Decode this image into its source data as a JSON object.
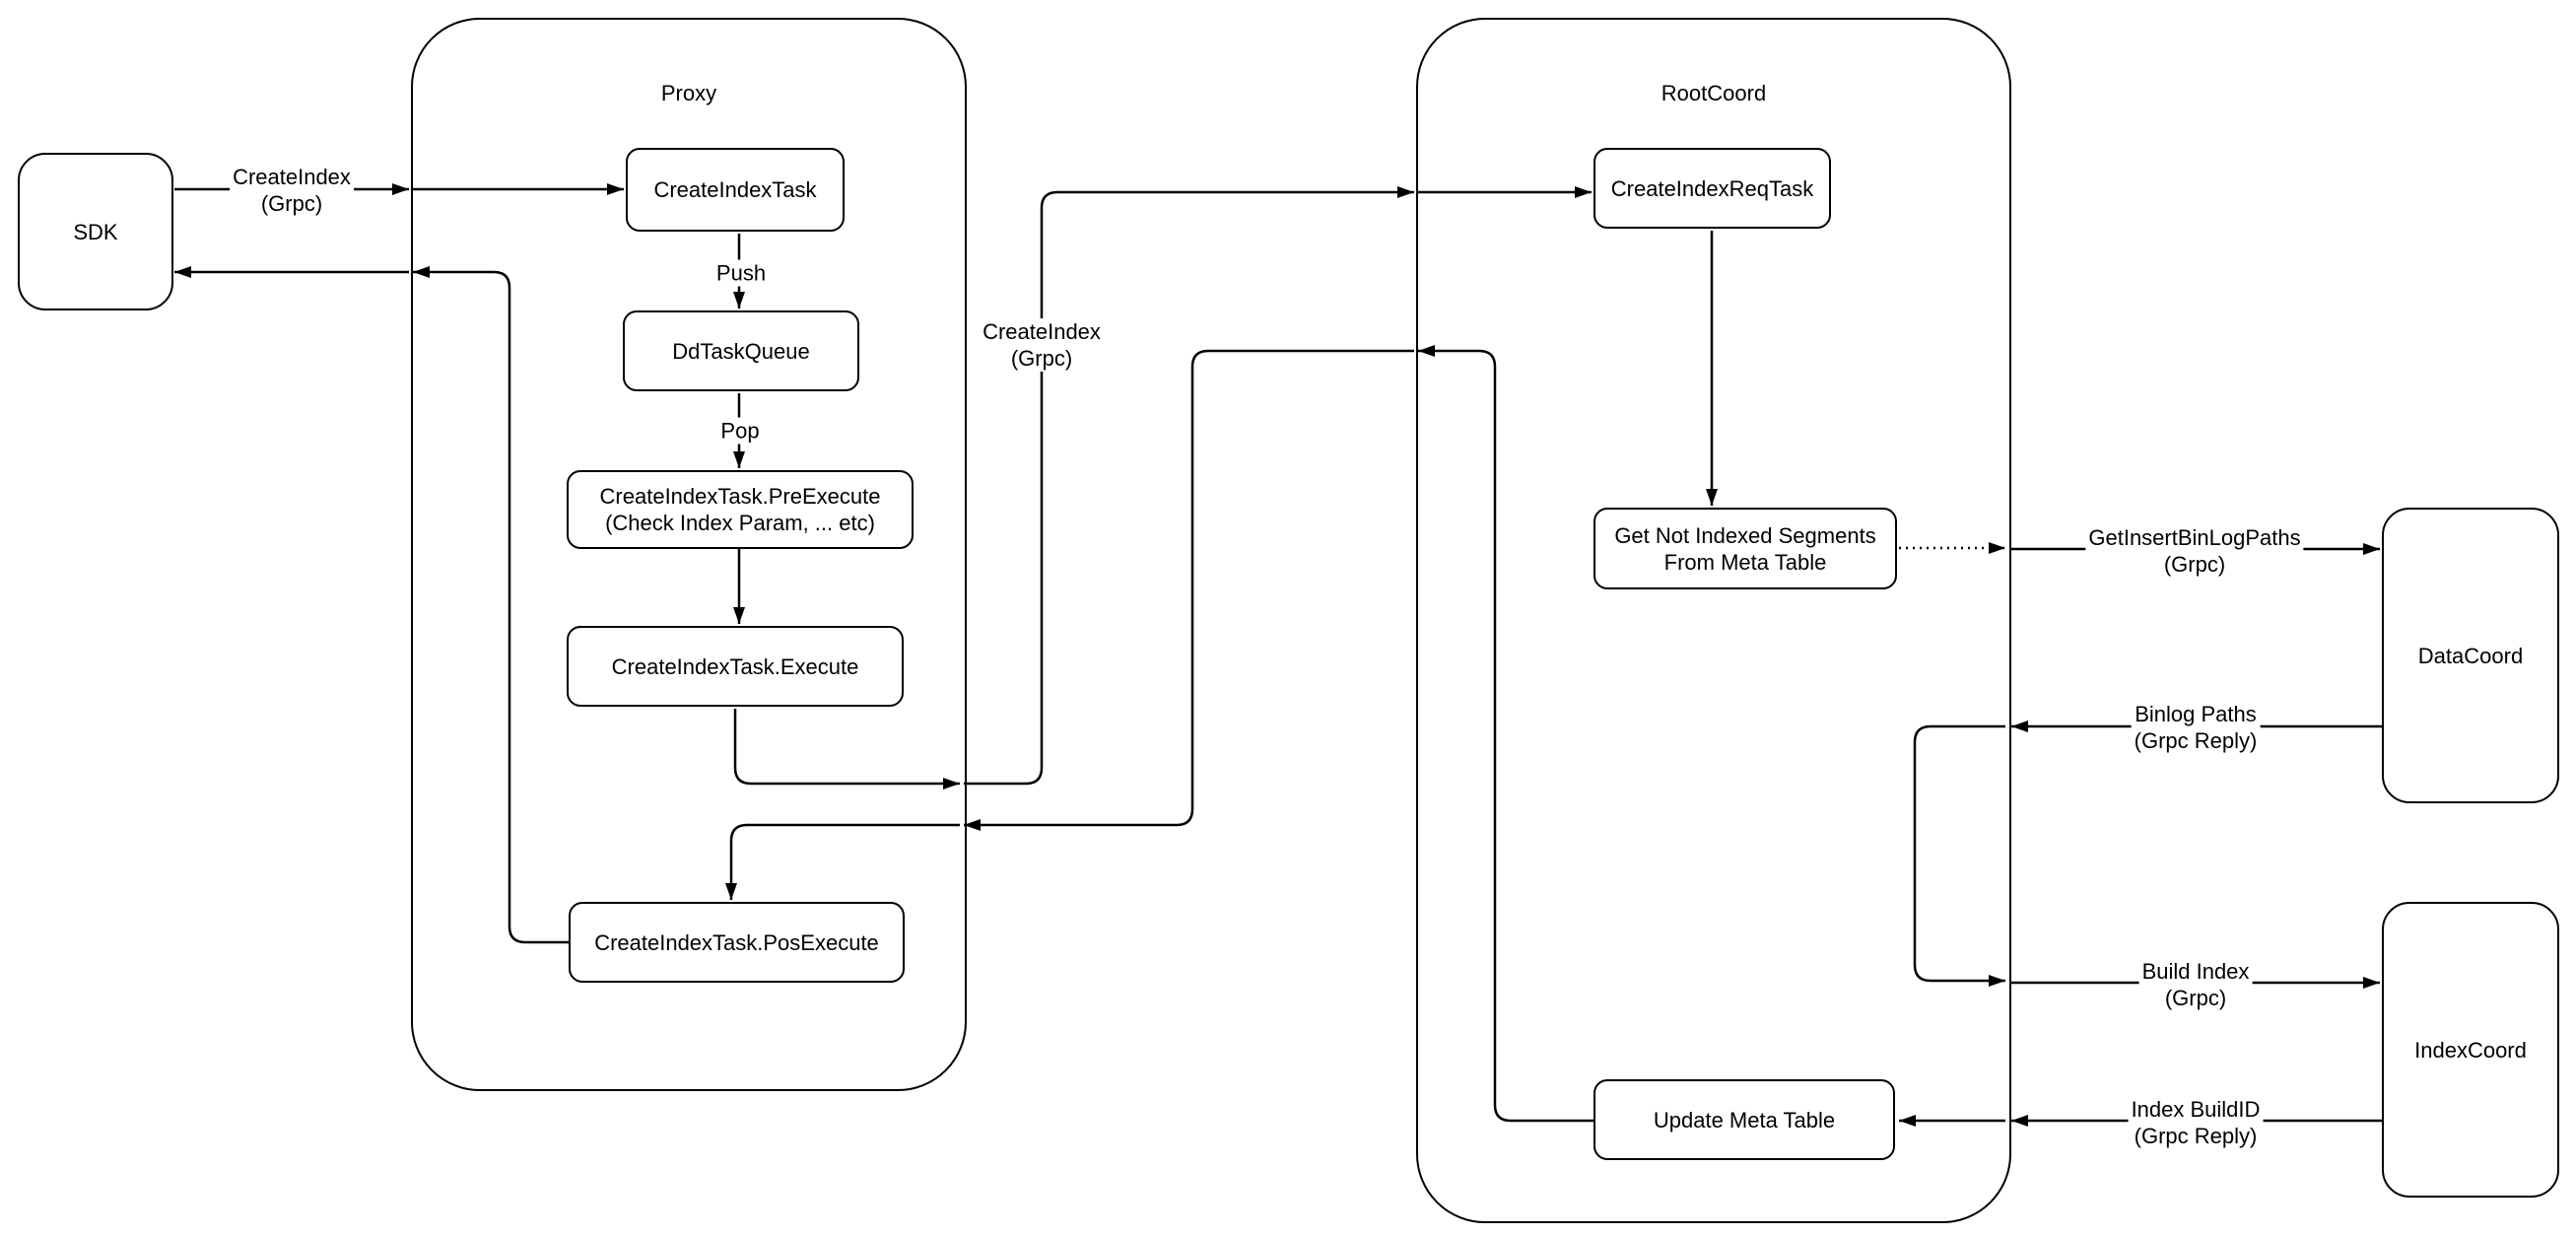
{
  "containers": {
    "proxy": {
      "title": "Proxy"
    },
    "rootcoord": {
      "title": "RootCoord"
    }
  },
  "nodes": {
    "sdk": {
      "label": "SDK"
    },
    "create_index_task": {
      "label": "CreateIndexTask"
    },
    "dd_task_queue": {
      "label": "DdTaskQueue"
    },
    "pre_execute": {
      "line1": "CreateIndexTask.PreExecute",
      "line2": "(Check Index Param, ... etc)"
    },
    "execute": {
      "label": "CreateIndexTask.Execute"
    },
    "pos_execute": {
      "label": "CreateIndexTask.PosExecute"
    },
    "create_index_req_task": {
      "label": "CreateIndexReqTask"
    },
    "get_not_indexed_segments": {
      "line1": "Get Not Indexed Segments",
      "line2": "From Meta Table"
    },
    "update_meta_table": {
      "label": "Update Meta Table"
    },
    "datacoord": {
      "label": "DataCoord"
    },
    "indexcoord": {
      "label": "IndexCoord"
    }
  },
  "edge_labels": {
    "sdk_create_index": {
      "line1": "CreateIndex",
      "line2": "(Grpc)"
    },
    "push": {
      "label": "Push"
    },
    "pop": {
      "label": "Pop"
    },
    "proxy_create_index": {
      "line1": "CreateIndex",
      "line2": "(Grpc)"
    },
    "get_insert_binlog_paths": {
      "line1": "GetInsertBinLogPaths",
      "line2": "(Grpc)"
    },
    "binlog_paths": {
      "line1": "Binlog Paths",
      "line2": "(Grpc Reply)"
    },
    "build_index": {
      "line1": "Build Index",
      "line2": "(Grpc)"
    },
    "index_buildid": {
      "line1": "Index BuildID",
      "line2": "(Grpc Reply)"
    }
  },
  "colors": {
    "line": "#000000",
    "node_fill": "#ffffff",
    "canvas": "#ffffff"
  }
}
